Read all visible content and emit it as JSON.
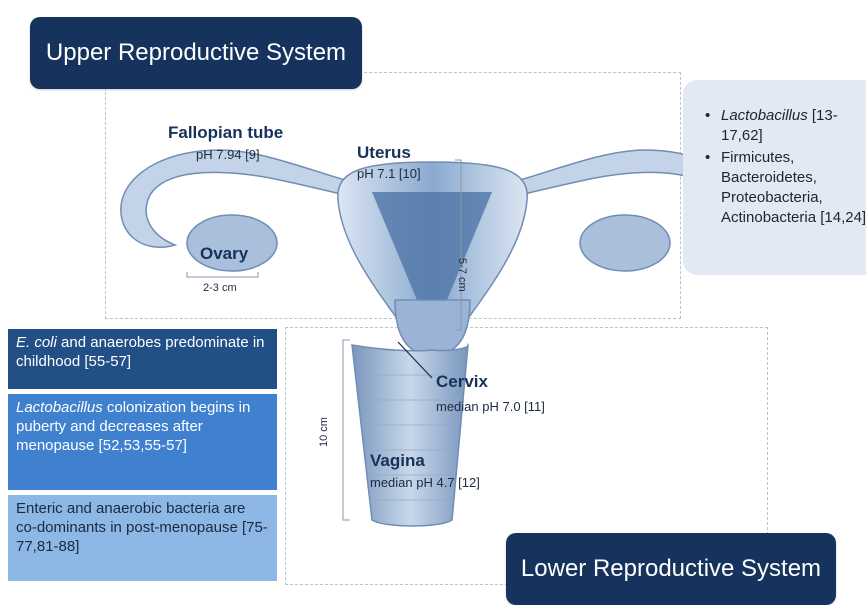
{
  "upper_system": {
    "title": "Upper Reproductive System"
  },
  "lower_system": {
    "title": "Lower Reproductive System"
  },
  "organs": {
    "fallopian_tube": {
      "name": "Fallopian tube",
      "ph": "pH 7.94 [9]"
    },
    "uterus": {
      "name": "Uterus",
      "ph": "pH 7.1 [10]"
    },
    "ovary": {
      "name": "Ovary",
      "size": "2-3 cm"
    },
    "uterus_length": "5-7 cm",
    "cervix": {
      "name": "Cervix",
      "ph": "median pH 7.0 [11]"
    },
    "vagina": {
      "name": "Vagina",
      "ph": "median pH 4.7 [12]",
      "length": "10 cm"
    }
  },
  "upper_microbes": [
    {
      "italic": "Lactobacillus",
      "rest": " [13-17,62]"
    },
    {
      "italic": "",
      "rest": "Firmicutes, Bacteroidetes, Proteobacteria, Actinobacteria [14,24]"
    }
  ],
  "life_stages": [
    {
      "italic": "E. coli",
      "rest": " and anaerobes predominate in childhood [55-57]",
      "color": "#214f86"
    },
    {
      "italic": "Lactobacillus",
      "rest": " colonization begins in puberty and decreases after menopause [52,53,55-57]",
      "color": "#3f80cf"
    },
    {
      "italic": "",
      "rest": "Enteric and anaerobic bacteria are co-dominants in post-menopause [75-77,81-88]",
      "color": "#8db7e4"
    }
  ],
  "colors": {
    "header_bg": "#15335c",
    "panel_bg": "#e2e9f2",
    "organ_fill": "#6f93c0"
  }
}
